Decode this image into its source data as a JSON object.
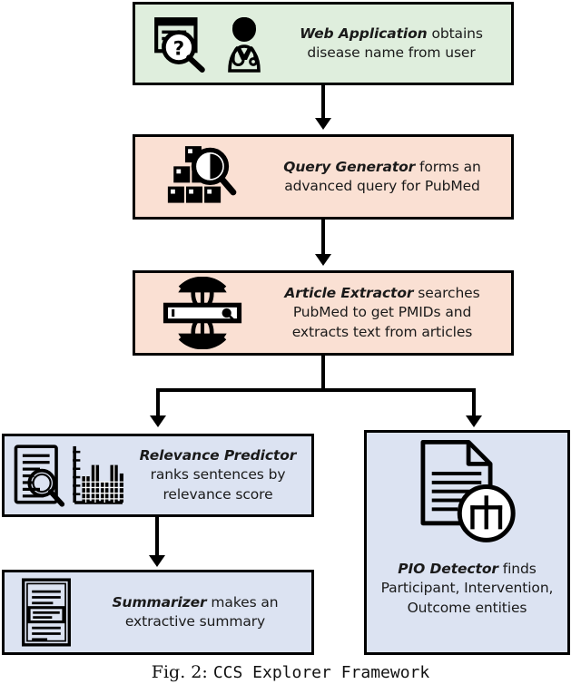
{
  "figure": {
    "caption_prefix": "Fig. 2:",
    "caption_title": "CCS Explorer Framework"
  },
  "colors": {
    "box_green": "#dfeedd",
    "box_peach": "#fae0d3",
    "box_blue": "#dce3f2",
    "outline": "#000000",
    "background": "#ffffff"
  },
  "nodes": [
    {
      "id": "web-application",
      "emphasis": "Web Application",
      "rest": " obtains",
      "line2": "disease name from user",
      "icons": [
        "document-question-search-icon",
        "doctor-stethoscope-icon"
      ],
      "color": "#dfeedd"
    },
    {
      "id": "query-generator",
      "emphasis": "Query Generator",
      "rest": " forms an",
      "line2": "advanced query for PubMed",
      "icons": [
        "blocks-magnifier-icon"
      ],
      "color": "#fae0d3"
    },
    {
      "id": "article-extractor",
      "emphasis": "Article Extractor",
      "rest": " searches",
      "line2": "PubMed to get PMIDs and",
      "line3": "extracts text from articles",
      "icons": [
        "globe-search-bar-icon"
      ],
      "color": "#fae0d3"
    },
    {
      "id": "relevance-predictor",
      "emphasis": "Relevance Predictor",
      "rest": "",
      "line2": "ranks sentences by",
      "line3": "relevance score",
      "icons": [
        "document-magnifier-icon",
        "bar-chart-icon"
      ],
      "color": "#dce3f2"
    },
    {
      "id": "summarizer",
      "emphasis": "Summarizer",
      "rest": " makes an",
      "line2": "extractive summary",
      "icons": [
        "highlighted-text-document-icon"
      ],
      "color": "#dce3f2"
    },
    {
      "id": "pio-detector",
      "emphasis": "PIO Detector",
      "rest": " finds",
      "line2": "Participant, Intervention,",
      "line3": "Outcome entities",
      "icons": [
        "document-hierarchy-icon"
      ],
      "color": "#dce3f2"
    }
  ],
  "connectors": [
    {
      "id": "web-application-to-query-generator",
      "type": "arrow-down"
    },
    {
      "id": "query-generator-to-article-extractor",
      "type": "arrow-down"
    },
    {
      "id": "article-extractor-split",
      "type": "split-down-two"
    },
    {
      "id": "relevance-predictor-to-summarizer",
      "type": "arrow-down"
    }
  ]
}
